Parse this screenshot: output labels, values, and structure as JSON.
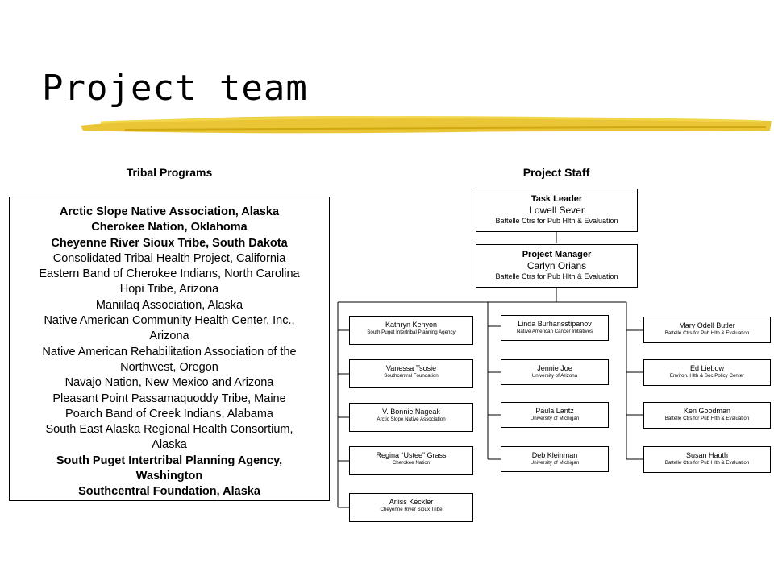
{
  "title": "Project team",
  "headers": {
    "tribal": "Tribal Programs",
    "staff": "Project Staff"
  },
  "tribal_programs": [
    {
      "text": "Arctic Slope Native Association, Alaska",
      "bold": true
    },
    {
      "text": "Cherokee Nation, Oklahoma",
      "bold": true
    },
    {
      "text": "Cheyenne River Sioux Tribe, South Dakota",
      "bold": true
    },
    {
      "text": "Consolidated Tribal Health Project, California",
      "bold": false
    },
    {
      "text": "Eastern Band of Cherokee Indians, North Carolina",
      "bold": false
    },
    {
      "text": "Hopi Tribe, Arizona",
      "bold": false
    },
    {
      "text": "Maniilaq Association, Alaska",
      "bold": false
    },
    {
      "text": "Native American Community Health Center, Inc.,",
      "bold": false
    },
    {
      "text": "Arizona",
      "bold": false
    },
    {
      "text": "Native American Rehabilitation Association of the",
      "bold": false
    },
    {
      "text": "Northwest, Oregon",
      "bold": false
    },
    {
      "text": "Navajo Nation, New Mexico and Arizona",
      "bold": false
    },
    {
      "text": "Pleasant Point Passamaquoddy Tribe, Maine",
      "bold": false
    },
    {
      "text": "Poarch Band of Creek Indians, Alabama",
      "bold": false
    },
    {
      "text": "South East Alaska Regional Health Consortium,",
      "bold": false
    },
    {
      "text": "Alaska",
      "bold": false
    },
    {
      "text": "South Puget Intertribal Planning Agency,",
      "bold": true
    },
    {
      "text": "Washington",
      "bold": true
    },
    {
      "text": "Southcentral Foundation, Alaska",
      "bold": true
    }
  ],
  "task_leader": {
    "role": "Task Leader",
    "name": "Lowell Sever",
    "org": "Battelle Ctrs for Pub Hlth & Evaluation"
  },
  "project_manager": {
    "role": "Project Manager",
    "name": "Carlyn Orians",
    "org": "Battelle Ctrs for Pub Hlth & Evaluation"
  },
  "staff_left": [
    {
      "name": "Kathryn Kenyon",
      "org": "South Puget Intertribal Planning Agency"
    },
    {
      "name": "Vanessa Tsosie",
      "org": "Southcentral Foundation"
    },
    {
      "name": "V. Bonnie Nageak",
      "org": "Arctic Slope Native Association"
    },
    {
      "name": "Regina “Ustee” Grass",
      "org": "Cherokee Nation"
    },
    {
      "name": "Arliss Keckler",
      "org": "Cheyenne River Sioux Tribe"
    }
  ],
  "staff_middle": [
    {
      "name": "Linda Burhansstipanov",
      "org": "Native American Cancer Initiatives"
    },
    {
      "name": "Jennie Joe",
      "org": "University of Arizona"
    },
    {
      "name": "Paula Lantz",
      "org": "University of Michigan"
    },
    {
      "name": "Deb Kleinman",
      "org": "University of Michigan"
    }
  ],
  "staff_right": [
    {
      "name": "Mary Odell Butler",
      "org": "Battelle Ctrs for Pub Hlth & Evaluation"
    },
    {
      "name": "Ed Liebow",
      "org": "Environ. Hlth & Soc Policy Center"
    },
    {
      "name": "Ken Goodman",
      "org": "Battelle Ctrs for Pub Hlth & Evaluation"
    },
    {
      "name": "Susan Hauth",
      "org": "Battelle Ctrs for Pub Hlth & Evaluation"
    }
  ],
  "colors": {
    "brush": "#e8c020"
  }
}
